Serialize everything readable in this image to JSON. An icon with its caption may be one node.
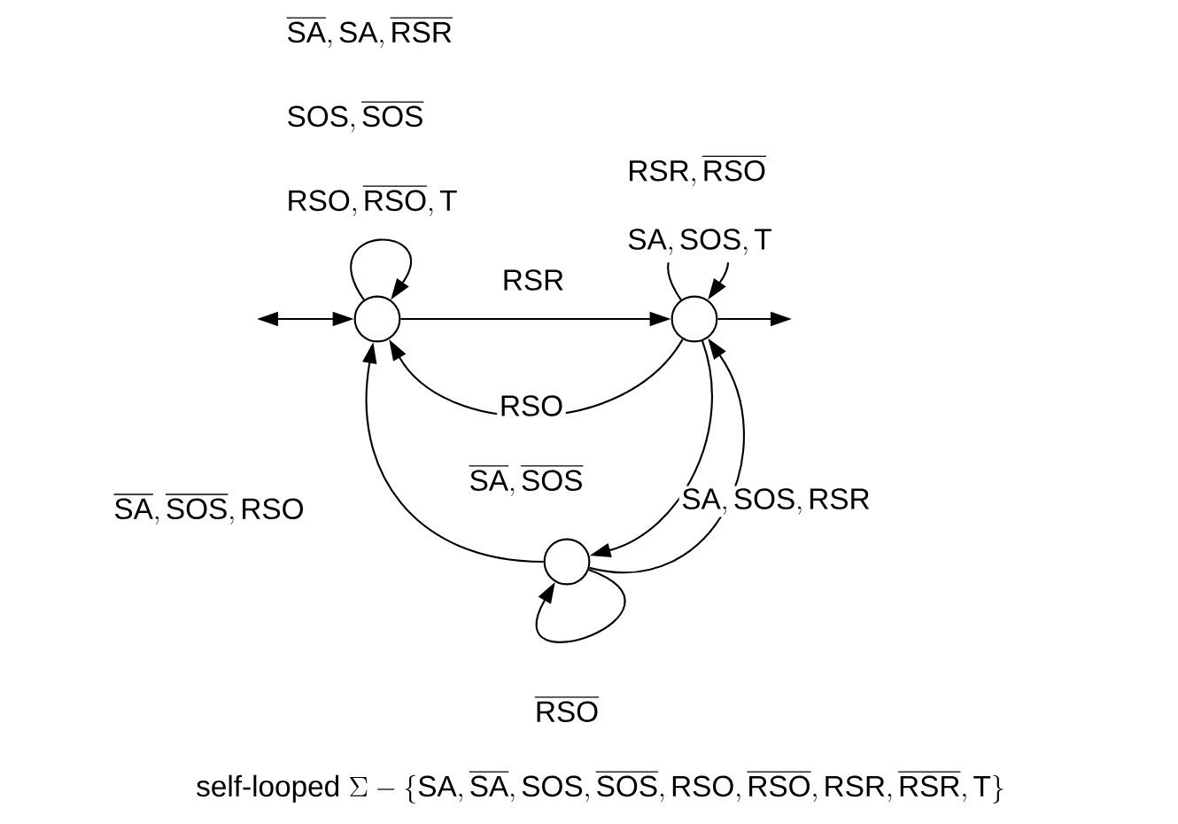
{
  "diagram": {
    "nodes": [
      {
        "text": [],
        "shape": "circle"
      },
      {
        "text": [],
        "shape": "circle"
      },
      {
        "text": [],
        "shape": "circle"
      }
    ],
    "edges": [
      {
        "from": null,
        "to": 0,
        "arrow": "both"
      },
      {
        "from": 0,
        "to": 0,
        "arrow": "to",
        "label": "\\begin{array}{l}\\overline{\\text{SA}},\\text{SA},\\overline{\\text{RSR}}\\\\[20pt]\\text{SOS},\\overline{\\text{SOS}}\\\\[20pt]\\text{RSO},\\overline{\\text{RSO}},\\text{T}\\end{array}"
      },
      {
        "from": 0,
        "to": 1,
        "arrow": "to",
        "label": "\\text{RSR}"
      },
      {
        "from": 1,
        "to": null,
        "arrow": "to"
      },
      {
        "from": 1,
        "to": 1,
        "arrow": "to",
        "label": "\\begin{array}{l}\\text{RSR},\\overline{\\text{RSO}}\\\\[14pt]\\text{SA},\\text{SOS},\\text{T}\\end{array}"
      },
      {
        "from": 1,
        "to": 0,
        "arrow": "to",
        "label": "\\text{RSO}"
      },
      {
        "from": 1,
        "to": 2,
        "arrow": "to",
        "label": "\\overline{\\text{SA}},\\overline{\\text{SOS}}"
      },
      {
        "from": 2,
        "to": 1,
        "arrow": "to",
        "label": "\\text{SA},\\text{SOS},\\text{RSR}"
      },
      {
        "from": 2,
        "to": 0,
        "arrow": "to",
        "label": "\\overline{\\text{SA}},\\overline{\\text{SOS}},\\text{RSO}"
      },
      {
        "from": 2,
        "to": 2,
        "arrow": "to",
        "label": "\\overline{\\text{RSO}}"
      }
    ],
    "labels": [
      "\\text{self-looped }\\Sigma-\\{\\text{SA},\\overline{\\text{SA}},\\text{SOS},\\overline{\\text{SOS}},\\text{RSO},\\overline{\\text{RSO}},\\text{RSR},\\overline{\\text{RSR}},\\text{T}\\}"
    ]
  }
}
